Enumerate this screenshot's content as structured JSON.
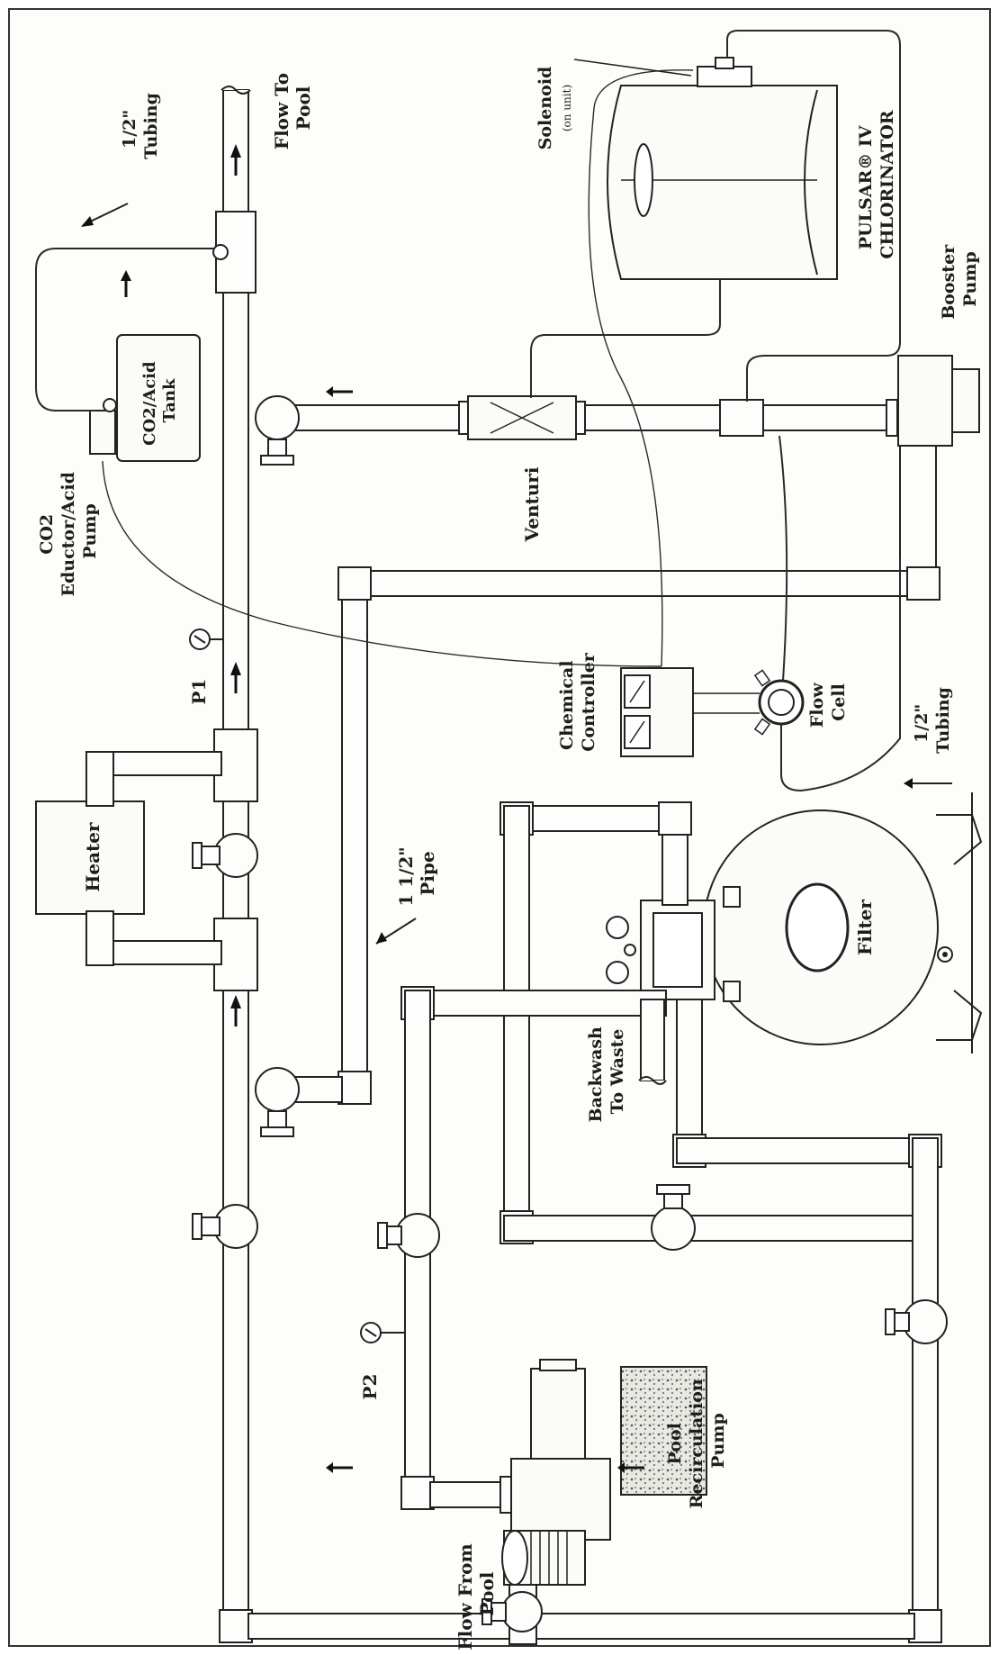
{
  "labels": {
    "flow_to_pool": [
      "Flow To",
      "Pool"
    ],
    "tubing_top": [
      "1/2\"",
      "Tubing"
    ],
    "solenoid": "Solenoid",
    "solenoid_note": "(on unit)",
    "chlorinator": [
      "PULSAR® IV",
      "CHLORINATOR"
    ],
    "booster_pump": [
      "Booster",
      "Pump"
    ],
    "co2_tank": [
      "CO2/Acid",
      "Tank"
    ],
    "eductor": [
      "CO2",
      "Eductor/Acid",
      "Pump"
    ],
    "venturi": "Venturi",
    "p1": "P1",
    "p2": "P2",
    "chemical_controller": [
      "Chemical",
      "Controller"
    ],
    "flow_cell": [
      "Flow",
      "Cell"
    ],
    "tubing_bottom": [
      "1/2\"",
      "Tubing"
    ],
    "heater": "Heater",
    "pipe_size": [
      "1 1/2\"",
      "Pipe"
    ],
    "filter": "Filter",
    "backwash": [
      "Backwash",
      "To Waste"
    ],
    "recirc_pump": [
      "Pool",
      "Recirculation",
      "Pump"
    ],
    "flow_from_pool": [
      "Flow From",
      "Pool"
    ]
  }
}
